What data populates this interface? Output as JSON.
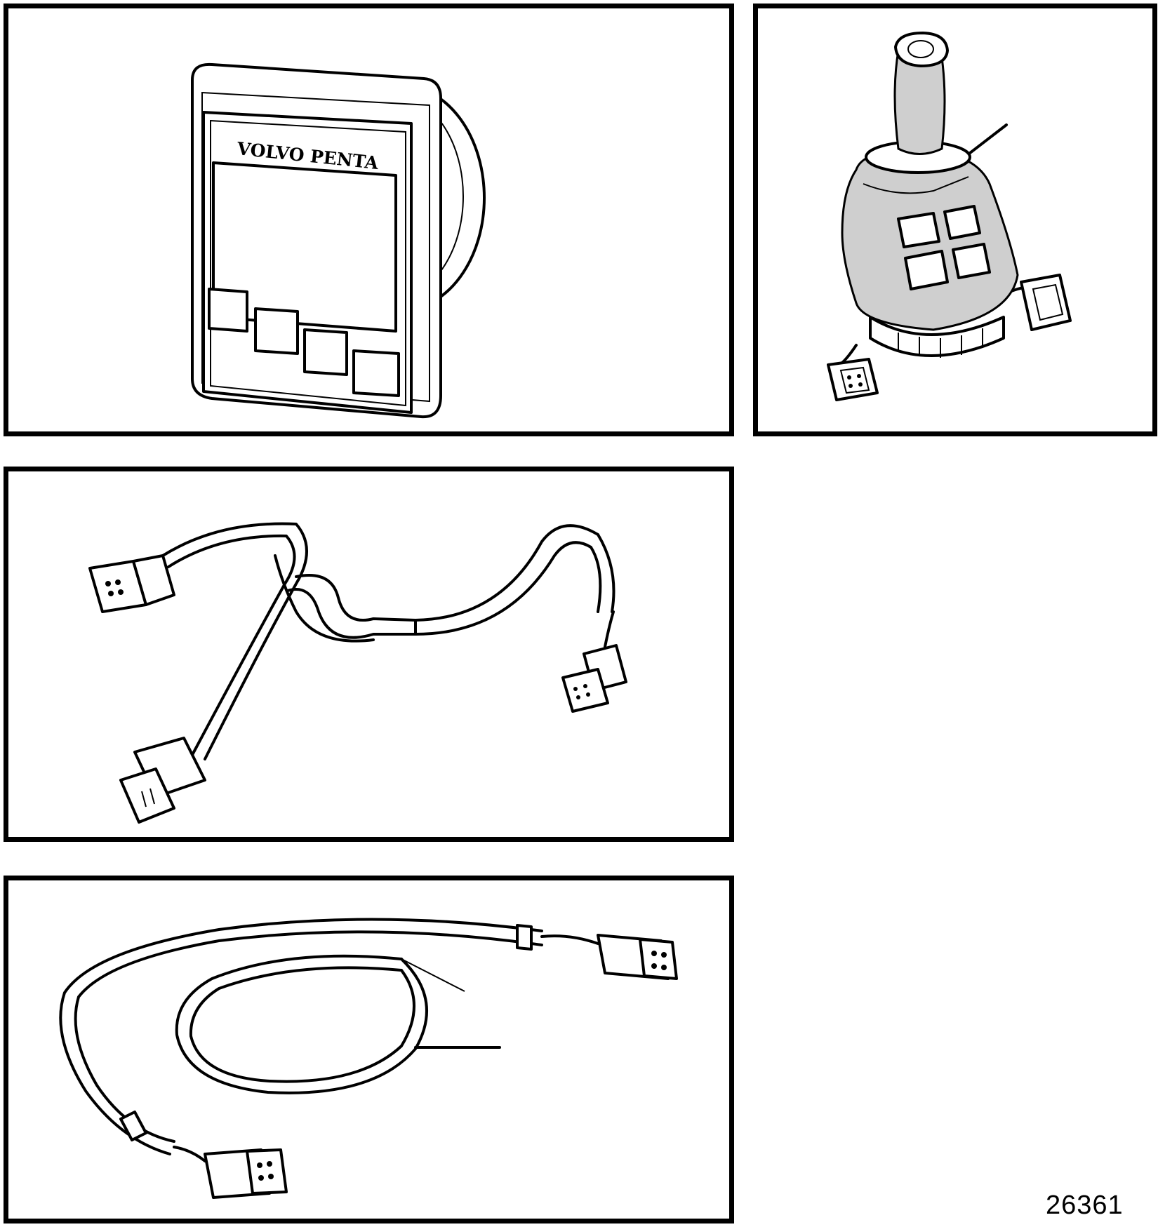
{
  "figure": {
    "reference_number": "26361"
  },
  "display": {
    "brand_text": "VOLVO PENTA",
    "button_count": 4
  },
  "joystick": {
    "button_count": 4
  },
  "icons": [
    "display-unit-icon",
    "joystick-control-icon",
    "y-harness-cable-icon",
    "extension-cable-icon",
    "connector-icon"
  ]
}
